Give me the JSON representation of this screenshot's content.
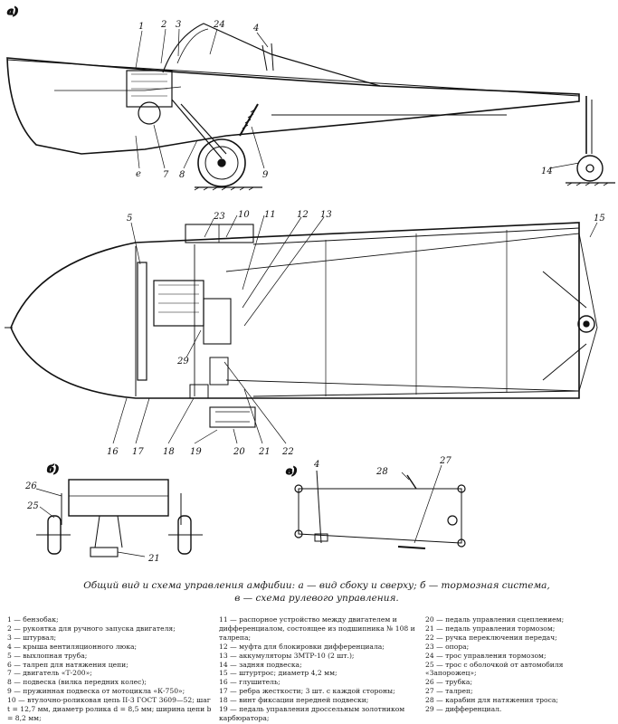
{
  "panel_labels": {
    "a": "а)",
    "b": "б)",
    "v": "в)"
  },
  "callouts_side": [
    "1",
    "2",
    "3",
    "24",
    "4",
    "е",
    "7",
    "8",
    "9",
    "14"
  ],
  "callouts_top": [
    "5",
    "23",
    "10",
    "11",
    "12",
    "13",
    "15",
    "29",
    "16",
    "17",
    "18",
    "19",
    "20",
    "21",
    "22"
  ],
  "callouts_brake": [
    "26",
    "25",
    "21"
  ],
  "callouts_steer": [
    "4",
    "28",
    "27"
  ],
  "caption": {
    "line1": "Общий вид и схема управления амфибии: а — вид сбоку и сверху; б — тормозная система,",
    "line2": "в — схема рулевого управления."
  },
  "legend": {
    "col1": [
      "1 — бензобак;",
      "2 — рукоятка для ручного запуска двигателя;",
      "3 — штурвал;",
      "4 — крыша вентиляционного люка;",
      "5 — выхлопная труба;",
      "6 — талреп для натяжения цепи;",
      "7 — двигатель «Т-200»;",
      "8 — подвеска (вилка передних колес);",
      "9 — пружинная подвеска от мотоцикла «К-750»;",
      "10 — втулочно-роликовая цепь II-3 ГОСТ 3609—52; шаг t = 12,7 мм, диаметр ролика d = 8,5 мм; ширина цепи b = 8,2 мм;"
    ],
    "col2": [
      "11 — распорное устройство между двигателем и дифференциалом, состоящее из подшипника № 108 и талрепа;",
      "12 — муфта для блокировки дифференциала;",
      "13 — аккумуляторы 3МТР-10 (2 шт.);",
      "14 — задняя подвеска;",
      "15 — штуртрос; диаметр 4,2 мм;",
      "16 — глушитель;",
      "17 — ребра жесткости; 3 шт. с каждой стороны;",
      "18 — винт фиксации передней подвески;",
      "19 — педаль управления дроссельным золотником карбюратора;"
    ],
    "col3": [
      "20 — педаль управления сцеплением;",
      "21 — педаль управления тормозом;",
      "22 — ручка переключения передач;",
      "23 — опора;",
      "24 — трос управления тормозом;",
      "25 — трос с оболочкой от автомобиля «Запорожец»;",
      "26 — трубка;",
      "27 — талреп;",
      "28 — карабин для натяжения троса;",
      "29 — дифференциал."
    ]
  }
}
